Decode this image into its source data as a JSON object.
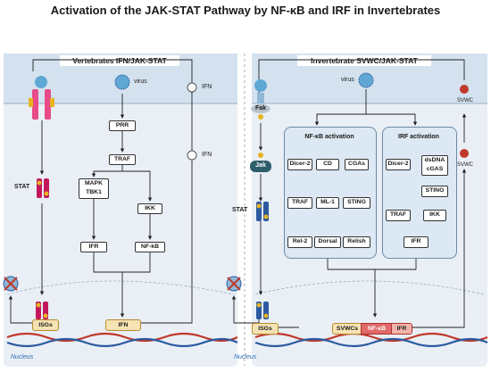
{
  "title": "Activation of the JAK-STAT Pathway by NF-κB and IRF in Invertebrates",
  "left_panel": {
    "heading": "Vertebrates IFN/JAK-STAT",
    "virus_label": "virus",
    "ifn_top_label": "IFN",
    "ifn_mid_label": "IFN",
    "prr": "PRR",
    "traf": "TRAF",
    "mapk": "MAPK\nTBK1",
    "ikk": "IKK",
    "ifr": "IFR",
    "nfkb": "NF-kB",
    "stat": "STAT",
    "isgs": "ISGs",
    "ifn_gene": "IFN",
    "nucleus": "Nucleus"
  },
  "right_panel": {
    "heading": "Invertebrate SVWC/JAK-STAT",
    "virus_label": "virus",
    "fak": "Fak",
    "jak": "Jak",
    "stat": "STAT",
    "svwc_top": "SVWC",
    "svwc_mid": "SVWC",
    "nfkb_group": {
      "heading": "NF-κB activation",
      "col1": [
        "Dicer-2",
        "TRAF",
        "Rel-2"
      ],
      "col2": [
        "CD",
        "ML-1",
        "Dorsal"
      ],
      "col3": [
        "CGAs",
        "STING",
        "Relish"
      ]
    },
    "irf_group": {
      "heading": "IRF activation",
      "col1": [
        "Dicer-2",
        "TRAF"
      ],
      "col2": [
        "dsDNA\ncGAS",
        "STING",
        "IKK"
      ],
      "bottom": "IFR"
    },
    "isgs": "ISGs",
    "genes": [
      "SVWCs",
      "NF-κB",
      "IFR"
    ],
    "nucleus": "Nucleus"
  },
  "colors": {
    "panel_bg": "#e9eff5",
    "membrane": "#d4e2ef",
    "nucleus_text": "#2b6cb0",
    "receptor_pink": "#e84a8a",
    "stat_pink": "#c2185b",
    "stat_gold": "#e8b422",
    "dna_red": "#c0392b",
    "dna_blue": "#2c5aa0",
    "virus_blue": "#5fa8d3",
    "svwc_red": "#c0392b",
    "jak_teal": "#2f5e6b"
  }
}
